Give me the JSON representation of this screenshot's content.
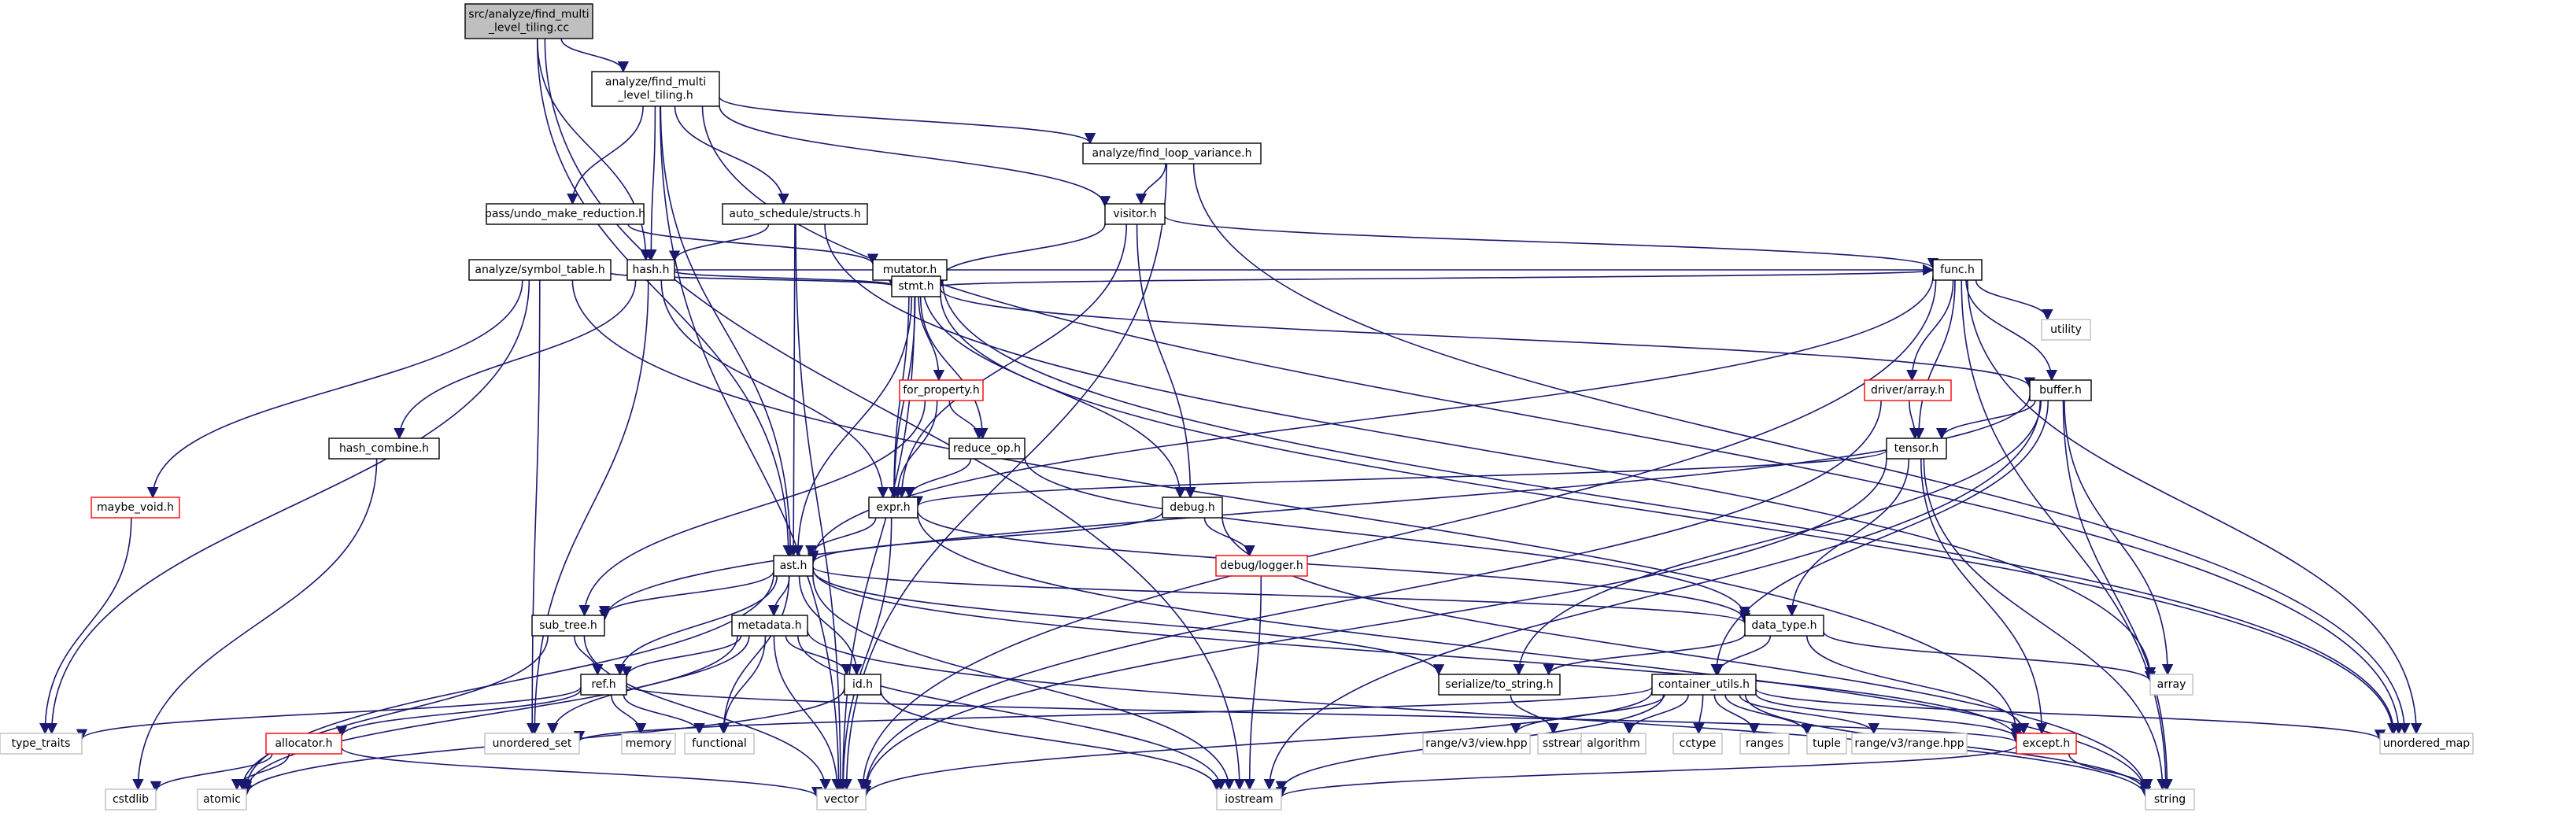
{
  "colors": {
    "edge": "#191970",
    "edge_external": "#8a8a8a",
    "root_fill": "#bfbfbf",
    "error_border": "#ff0000",
    "external_border": "#bfbfbf",
    "node_border": "#000000"
  },
  "nodes": [
    {
      "id": "root",
      "lines": [
        "src/analyze/find_multi",
        "_level_tiling.cc"
      ],
      "kind": "root"
    },
    {
      "id": "fmlt_h",
      "lines": [
        "analyze/find_multi",
        "_level_tiling.h"
      ],
      "kind": "normal"
    },
    {
      "id": "flv_h",
      "lines": [
        "analyze/find_loop_variance.h"
      ],
      "kind": "normal"
    },
    {
      "id": "umr_h",
      "lines": [
        "pass/undo_make_reduction.h"
      ],
      "kind": "normal"
    },
    {
      "id": "structs_h",
      "lines": [
        "auto_schedule/structs.h"
      ],
      "kind": "normal"
    },
    {
      "id": "visitor_h",
      "lines": [
        "visitor.h"
      ],
      "kind": "normal"
    },
    {
      "id": "symtab_h",
      "lines": [
        "analyze/symbol_table.h"
      ],
      "kind": "normal"
    },
    {
      "id": "hash_h",
      "lines": [
        "hash.h"
      ],
      "kind": "normal"
    },
    {
      "id": "mutator_h",
      "lines": [
        "mutator.h"
      ],
      "kind": "normal"
    },
    {
      "id": "func_h",
      "lines": [
        "func.h"
      ],
      "kind": "normal"
    },
    {
      "id": "utility",
      "lines": [
        "utility"
      ],
      "kind": "external"
    },
    {
      "id": "stmt_h",
      "lines": [
        "stmt.h"
      ],
      "kind": "normal"
    },
    {
      "id": "for_property_h",
      "lines": [
        "for_property.h"
      ],
      "kind": "error"
    },
    {
      "id": "driver_array_h",
      "lines": [
        "driver/array.h"
      ],
      "kind": "error"
    },
    {
      "id": "buffer_h",
      "lines": [
        "buffer.h"
      ],
      "kind": "normal"
    },
    {
      "id": "hash_combine_h",
      "lines": [
        "hash_combine.h"
      ],
      "kind": "normal"
    },
    {
      "id": "reduce_op_h",
      "lines": [
        "reduce_op.h"
      ],
      "kind": "normal"
    },
    {
      "id": "tensor_h",
      "lines": [
        "tensor.h"
      ],
      "kind": "normal"
    },
    {
      "id": "maybe_void_h",
      "lines": [
        "maybe_void.h"
      ],
      "kind": "error"
    },
    {
      "id": "expr_h",
      "lines": [
        "expr.h"
      ],
      "kind": "normal"
    },
    {
      "id": "debug_h",
      "lines": [
        "debug.h"
      ],
      "kind": "normal"
    },
    {
      "id": "ast_h",
      "lines": [
        "ast.h"
      ],
      "kind": "normal"
    },
    {
      "id": "debug_logger_h",
      "lines": [
        "debug/logger.h"
      ],
      "kind": "error"
    },
    {
      "id": "sub_tree_h",
      "lines": [
        "sub_tree.h"
      ],
      "kind": "normal"
    },
    {
      "id": "metadata_h",
      "lines": [
        "metadata.h"
      ],
      "kind": "normal"
    },
    {
      "id": "data_type_h",
      "lines": [
        "data_type.h"
      ],
      "kind": "normal"
    },
    {
      "id": "ref_h",
      "lines": [
        "ref.h"
      ],
      "kind": "normal"
    },
    {
      "id": "id_h",
      "lines": [
        "id.h"
      ],
      "kind": "normal"
    },
    {
      "id": "serialize_h",
      "lines": [
        "serialize/to_string.h"
      ],
      "kind": "normal"
    },
    {
      "id": "container_utils_h",
      "lines": [
        "container_utils.h"
      ],
      "kind": "normal"
    },
    {
      "id": "array",
      "lines": [
        "array"
      ],
      "kind": "external"
    },
    {
      "id": "type_traits",
      "lines": [
        "type_traits"
      ],
      "kind": "external"
    },
    {
      "id": "allocator_h",
      "lines": [
        "allocator.h"
      ],
      "kind": "error"
    },
    {
      "id": "unordered_set",
      "lines": [
        "unordered_set"
      ],
      "kind": "external"
    },
    {
      "id": "memory",
      "lines": [
        "memory"
      ],
      "kind": "external"
    },
    {
      "id": "functional",
      "lines": [
        "functional"
      ],
      "kind": "external"
    },
    {
      "id": "sstream",
      "lines": [
        "sstream"
      ],
      "kind": "external"
    },
    {
      "id": "rv3_view",
      "lines": [
        "range/v3/view.hpp"
      ],
      "kind": "external"
    },
    {
      "id": "algorithm",
      "lines": [
        "algorithm"
      ],
      "kind": "external"
    },
    {
      "id": "cctype",
      "lines": [
        "cctype"
      ],
      "kind": "external"
    },
    {
      "id": "ranges",
      "lines": [
        "ranges"
      ],
      "kind": "external"
    },
    {
      "id": "tuple",
      "lines": [
        "tuple"
      ],
      "kind": "external"
    },
    {
      "id": "rv3_range",
      "lines": [
        "range/v3/range.hpp"
      ],
      "kind": "external"
    },
    {
      "id": "except_h",
      "lines": [
        "except.h"
      ],
      "kind": "error"
    },
    {
      "id": "unordered_map",
      "lines": [
        "unordered_map"
      ],
      "kind": "external"
    },
    {
      "id": "cstdlib",
      "lines": [
        "cstdlib"
      ],
      "kind": "external"
    },
    {
      "id": "atomic",
      "lines": [
        "atomic"
      ],
      "kind": "external"
    },
    {
      "id": "vector",
      "lines": [
        "vector"
      ],
      "kind": "external"
    },
    {
      "id": "iostream",
      "lines": [
        "iostream"
      ],
      "kind": "external"
    },
    {
      "id": "string",
      "lines": [
        "string"
      ],
      "kind": "external"
    }
  ],
  "edges": [
    [
      "root",
      "fmlt_h"
    ],
    [
      "root",
      "ast_h"
    ],
    [
      "root",
      "hash_h"
    ],
    [
      "root",
      "iostream"
    ],
    [
      "fmlt_h",
      "flv_h"
    ],
    [
      "fmlt_h",
      "umr_h"
    ],
    [
      "fmlt_h",
      "structs_h"
    ],
    [
      "fmlt_h",
      "visitor_h"
    ],
    [
      "fmlt_h",
      "hash_h"
    ],
    [
      "fmlt_h",
      "ast_h"
    ],
    [
      "fmlt_h",
      "vector"
    ],
    [
      "fmlt_h",
      "unordered_map"
    ],
    [
      "flv_h",
      "visitor_h"
    ],
    [
      "flv_h",
      "vector"
    ],
    [
      "flv_h",
      "unordered_map"
    ],
    [
      "umr_h",
      "mutator_h"
    ],
    [
      "structs_h",
      "hash_h"
    ],
    [
      "structs_h",
      "ast_h"
    ],
    [
      "structs_h",
      "vector"
    ],
    [
      "structs_h",
      "array"
    ],
    [
      "visitor_h",
      "func_h"
    ],
    [
      "visitor_h",
      "stmt_h"
    ],
    [
      "visitor_h",
      "expr_h"
    ],
    [
      "visitor_h",
      "debug_h"
    ],
    [
      "symtab_h",
      "stmt_h"
    ],
    [
      "symtab_h",
      "maybe_void_h"
    ],
    [
      "symtab_h",
      "unordered_set"
    ],
    [
      "symtab_h",
      "type_traits"
    ],
    [
      "symtab_h",
      "except_h"
    ],
    [
      "hash_h",
      "stmt_h"
    ],
    [
      "hash_h",
      "hash_combine_h"
    ],
    [
      "hash_h",
      "expr_h"
    ],
    [
      "hash_h",
      "func_h"
    ],
    [
      "hash_h",
      "unordered_set"
    ],
    [
      "mutator_h",
      "stmt_h"
    ],
    [
      "mutator_h",
      "expr_h"
    ],
    [
      "mutator_h",
      "debug_h"
    ],
    [
      "mutator_h",
      "unordered_map"
    ],
    [
      "func_h",
      "stmt_h"
    ],
    [
      "func_h",
      "utility"
    ],
    [
      "func_h",
      "driver_array_h"
    ],
    [
      "func_h",
      "buffer_h"
    ],
    [
      "func_h",
      "tensor_h"
    ],
    [
      "func_h",
      "ast_h"
    ],
    [
      "func_h",
      "string"
    ],
    [
      "func_h",
      "unordered_map"
    ],
    [
      "func_h",
      "vector"
    ],
    [
      "stmt_h",
      "for_property_h"
    ],
    [
      "stmt_h",
      "reduce_op_h"
    ],
    [
      "stmt_h",
      "buffer_h"
    ],
    [
      "stmt_h",
      "ast_h"
    ],
    [
      "stmt_h",
      "expr_h"
    ],
    [
      "stmt_h",
      "vector"
    ],
    [
      "stmt_h",
      "unordered_map"
    ],
    [
      "for_property_h",
      "expr_h"
    ],
    [
      "for_property_h",
      "reduce_op_h"
    ],
    [
      "for_property_h",
      "sub_tree_h"
    ],
    [
      "driver_array_h",
      "tensor_h"
    ],
    [
      "driver_array_h",
      "vector"
    ],
    [
      "buffer_h",
      "tensor_h"
    ],
    [
      "buffer_h",
      "sub_tree_h"
    ],
    [
      "buffer_h",
      "array"
    ],
    [
      "buffer_h",
      "string"
    ],
    [
      "buffer_h",
      "serialize_h"
    ],
    [
      "buffer_h",
      "container_utils_h"
    ],
    [
      "buffer_h",
      "iostream"
    ],
    [
      "hash_combine_h",
      "cstdlib"
    ],
    [
      "reduce_op_h",
      "expr_h"
    ],
    [
      "reduce_op_h",
      "data_type_h"
    ],
    [
      "tensor_h",
      "expr_h"
    ],
    [
      "tensor_h",
      "data_type_h"
    ],
    [
      "tensor_h",
      "except_h"
    ],
    [
      "tensor_h",
      "string"
    ],
    [
      "tensor_h",
      "vector"
    ],
    [
      "maybe_void_h",
      "type_traits"
    ],
    [
      "expr_h",
      "ast_h"
    ],
    [
      "expr_h",
      "data_type_h"
    ],
    [
      "expr_h",
      "vector"
    ],
    [
      "expr_h",
      "string"
    ],
    [
      "debug_h",
      "ast_h"
    ],
    [
      "debug_h",
      "debug_logger_h"
    ],
    [
      "debug_h",
      "string"
    ],
    [
      "ast_h",
      "sub_tree_h"
    ],
    [
      "ast_h",
      "metadata_h"
    ],
    [
      "ast_h",
      "data_type_h"
    ],
    [
      "ast_h",
      "ref_h"
    ],
    [
      "ast_h",
      "id_h"
    ],
    [
      "ast_h",
      "serialize_h"
    ],
    [
      "ast_h",
      "functional"
    ],
    [
      "ast_h",
      "atomic"
    ],
    [
      "ast_h",
      "iostream"
    ],
    [
      "ast_h",
      "except_h"
    ],
    [
      "debug_logger_h",
      "iostream"
    ],
    [
      "sub_tree_h",
      "ref_h"
    ],
    [
      "sub_tree_h",
      "atomic"
    ],
    [
      "sub_tree_h",
      "vector"
    ],
    [
      "metadata_h",
      "ref_h"
    ],
    [
      "metadata_h",
      "id_h"
    ],
    [
      "metadata_h",
      "unordered_set"
    ],
    [
      "metadata_h",
      "functional"
    ],
    [
      "metadata_h",
      "vector"
    ],
    [
      "metadata_h",
      "iostream"
    ],
    [
      "metadata_h",
      "atomic"
    ],
    [
      "metadata_h",
      "string"
    ],
    [
      "data_type_h",
      "serialize_h"
    ],
    [
      "data_type_h",
      "container_utils_h"
    ],
    [
      "data_type_h",
      "except_h"
    ],
    [
      "data_type_h",
      "array"
    ],
    [
      "ref_h",
      "allocator_h"
    ],
    [
      "ref_h",
      "memory"
    ],
    [
      "ref_h",
      "functional"
    ],
    [
      "ref_h",
      "type_traits"
    ],
    [
      "ref_h",
      "except_h"
    ],
    [
      "id_h",
      "iostream"
    ],
    [
      "id_h",
      "atomic"
    ],
    [
      "serialize_h",
      "sstream"
    ],
    [
      "container_utils_h",
      "rv3_view"
    ],
    [
      "container_utils_h",
      "algorithm"
    ],
    [
      "container_utils_h",
      "cctype"
    ],
    [
      "container_utils_h",
      "ranges"
    ],
    [
      "container_utils_h",
      "tuple"
    ],
    [
      "container_utils_h",
      "rv3_range"
    ],
    [
      "container_utils_h",
      "except_h"
    ],
    [
      "container_utils_h",
      "unordered_map"
    ],
    [
      "container_utils_h",
      "unordered_set"
    ],
    [
      "container_utils_h",
      "vector"
    ],
    [
      "container_utils_h",
      "iostream"
    ],
    [
      "container_utils_h",
      "string"
    ],
    [
      "allocator_h",
      "cstdlib"
    ],
    [
      "allocator_h",
      "atomic"
    ],
    [
      "allocator_h",
      "vector"
    ],
    [
      "except_h",
      "iostream"
    ],
    [
      "except_h",
      "string"
    ]
  ]
}
